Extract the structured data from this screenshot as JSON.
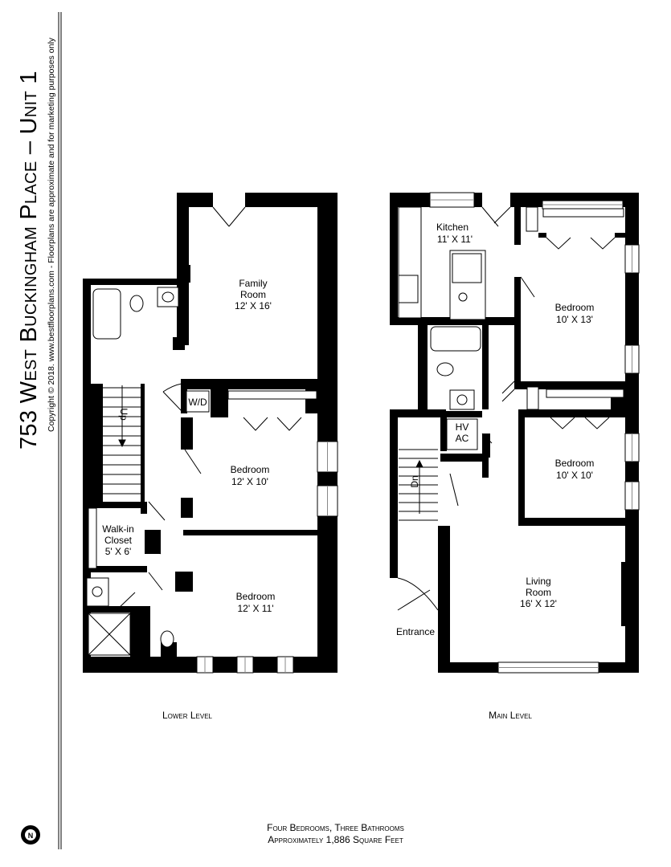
{
  "title": "753 West Buckingham Place – Unit 1",
  "copyright": "Copyright © 2018. www.bestfloorplans.com - Floorplans are approximate and for marketing purposes only",
  "compass": {
    "icon": "north-arrow-icon",
    "letter": "N"
  },
  "lower_level": {
    "label": "Lower Level",
    "rooms": [
      {
        "name": "Family",
        "name2": "Room",
        "size": "12' X 16'"
      },
      {
        "name": "Bedroom",
        "size": "12' X 10'"
      },
      {
        "name": "Walk-in",
        "name2": "Closet",
        "size": "5' X 6'"
      },
      {
        "name": "Bedroom",
        "size": "12' X 11'"
      }
    ],
    "wd": "W/D",
    "stairs": "Up"
  },
  "main_level": {
    "label": "Main Level",
    "rooms": [
      {
        "name": "Kitchen",
        "size": "11' X 11'"
      },
      {
        "name": "Bedroom",
        "size": "10' X 13'"
      },
      {
        "name": "Bedroom",
        "size": "10' X 10'"
      },
      {
        "name": "Living",
        "name2": "Room",
        "size": "16' X 12'"
      }
    ],
    "hvac": [
      "HV",
      "AC"
    ],
    "stairs": "Dn",
    "entrance": "Entrance"
  },
  "summary": {
    "line1": "Four Bedrooms, Three Bathrooms",
    "line2": "Approximately 1,886 Square Feet"
  }
}
